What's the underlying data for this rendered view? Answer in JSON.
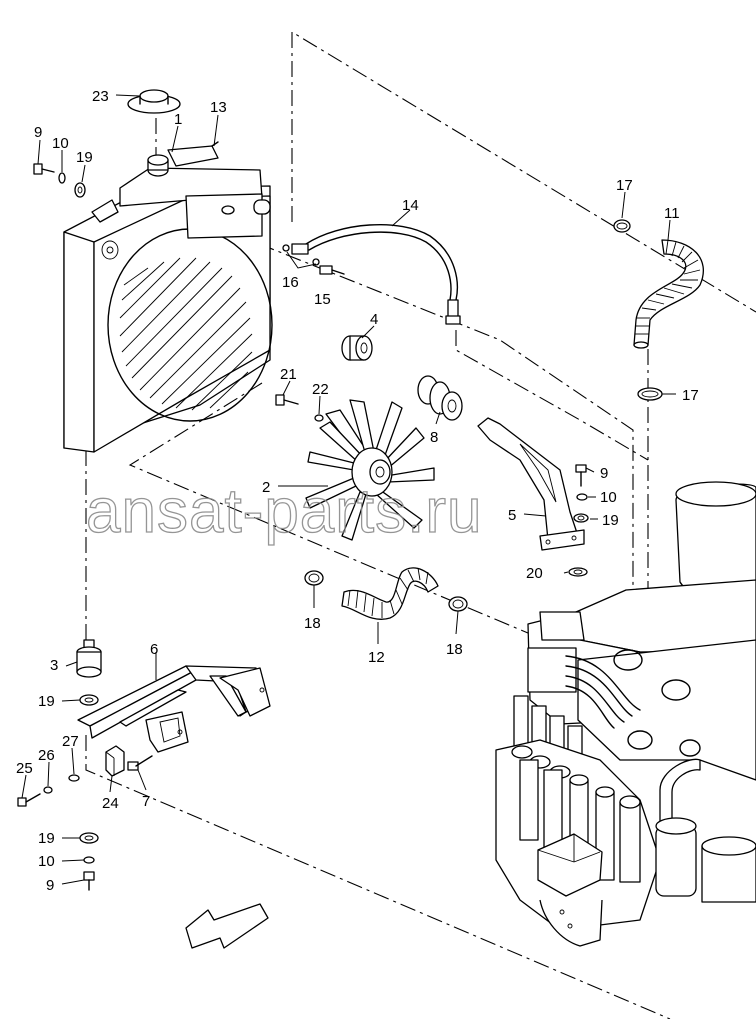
{
  "watermark": "ansat-parts.ru",
  "labels": [
    {
      "id": "p23",
      "text": "23"
    },
    {
      "id": "p13",
      "text": "13"
    },
    {
      "id": "p1",
      "text": "1"
    },
    {
      "id": "p9a",
      "text": "9"
    },
    {
      "id": "p10a",
      "text": "10"
    },
    {
      "id": "p19a",
      "text": "19"
    },
    {
      "id": "p14",
      "text": "14"
    },
    {
      "id": "p17a",
      "text": "17"
    },
    {
      "id": "p11",
      "text": "11"
    },
    {
      "id": "p16",
      "text": "16"
    },
    {
      "id": "p15",
      "text": "15"
    },
    {
      "id": "p4",
      "text": "4"
    },
    {
      "id": "p17b",
      "text": "17"
    },
    {
      "id": "p21",
      "text": "21"
    },
    {
      "id": "p22",
      "text": "22"
    },
    {
      "id": "p8",
      "text": "8"
    },
    {
      "id": "p9b",
      "text": "9"
    },
    {
      "id": "p2",
      "text": "2"
    },
    {
      "id": "p10b",
      "text": "10"
    },
    {
      "id": "p5",
      "text": "5"
    },
    {
      "id": "p19b",
      "text": "19"
    },
    {
      "id": "p20",
      "text": "20"
    },
    {
      "id": "p18a",
      "text": "18"
    },
    {
      "id": "p12",
      "text": "12"
    },
    {
      "id": "p18b",
      "text": "18"
    },
    {
      "id": "p6",
      "text": "6"
    },
    {
      "id": "p3",
      "text": "3"
    },
    {
      "id": "p19c",
      "text": "19"
    },
    {
      "id": "p27",
      "text": "27"
    },
    {
      "id": "p26",
      "text": "26"
    },
    {
      "id": "p25",
      "text": "25"
    },
    {
      "id": "p24",
      "text": "24"
    },
    {
      "id": "p7",
      "text": "7"
    },
    {
      "id": "p19d",
      "text": "19"
    },
    {
      "id": "p10c",
      "text": "10"
    },
    {
      "id": "p9c",
      "text": "9"
    }
  ]
}
